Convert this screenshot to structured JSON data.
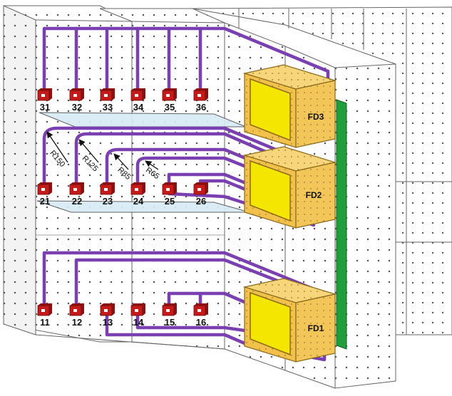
{
  "outlets": {
    "row_top": [
      "31",
      "32",
      "33",
      "34",
      "35",
      "36"
    ],
    "row_middle": [
      "21",
      "22",
      "23",
      "24",
      "25",
      "26"
    ],
    "row_bottom": [
      "11",
      "12",
      "13",
      "14",
      "15",
      "16"
    ]
  },
  "bend_radii": [
    "R150",
    "R125",
    "R85",
    "R65"
  ],
  "distribution_frames": {
    "fd3": "FD3",
    "fd2": "FD2",
    "fd1": "FD1"
  },
  "colors": {
    "cable": "#7a3fb0",
    "outlet": "#c41a1a",
    "frame": "#f2c14b",
    "frame_face": "#f5e600",
    "rail": "#1f9e3b",
    "shelf": "#cfe6f2",
    "pegboard_dot": "#555555"
  }
}
